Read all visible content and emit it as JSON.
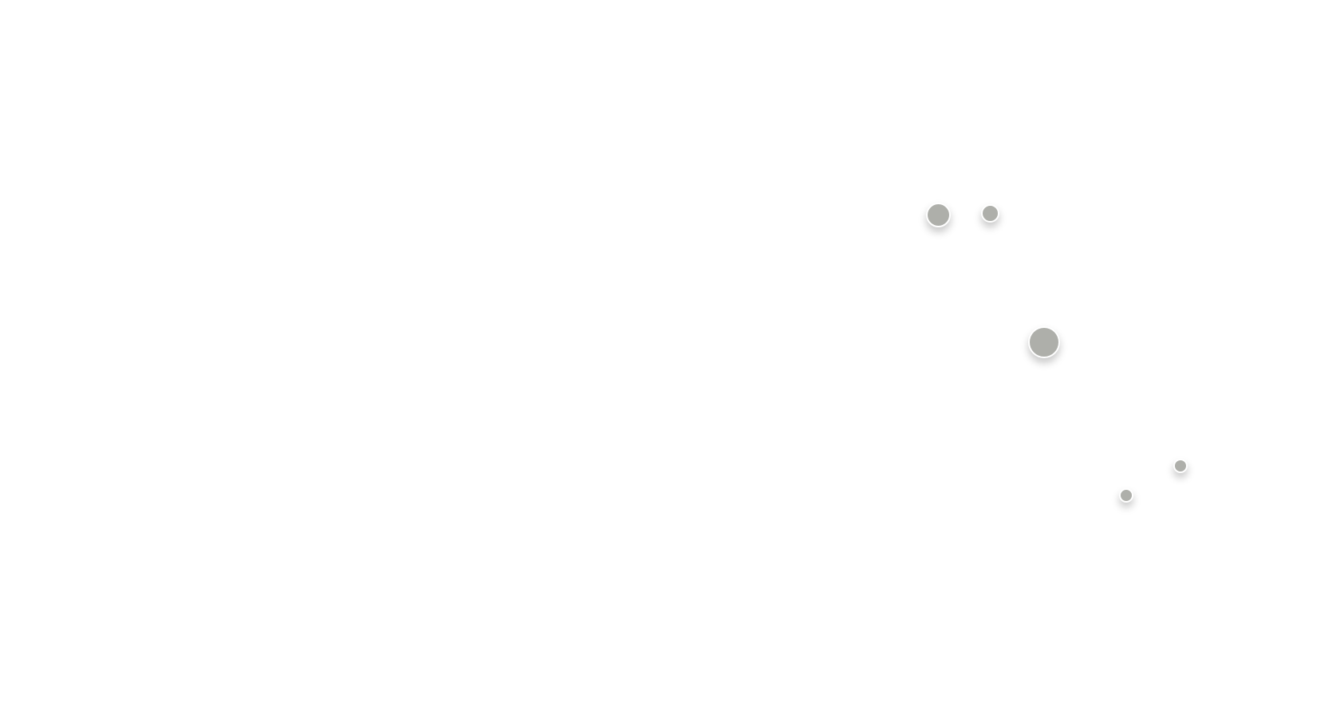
{
  "map": {
    "marker_color": "#aeafaa",
    "marker_border_color": "#ffffff",
    "markers": [
      {
        "id": "marker-1",
        "size_class": "large"
      },
      {
        "id": "marker-2",
        "size_class": "medium"
      },
      {
        "id": "marker-3",
        "size_class": "xlarge"
      },
      {
        "id": "marker-4",
        "size_class": "small"
      },
      {
        "id": "marker-5",
        "size_class": "small"
      }
    ]
  }
}
